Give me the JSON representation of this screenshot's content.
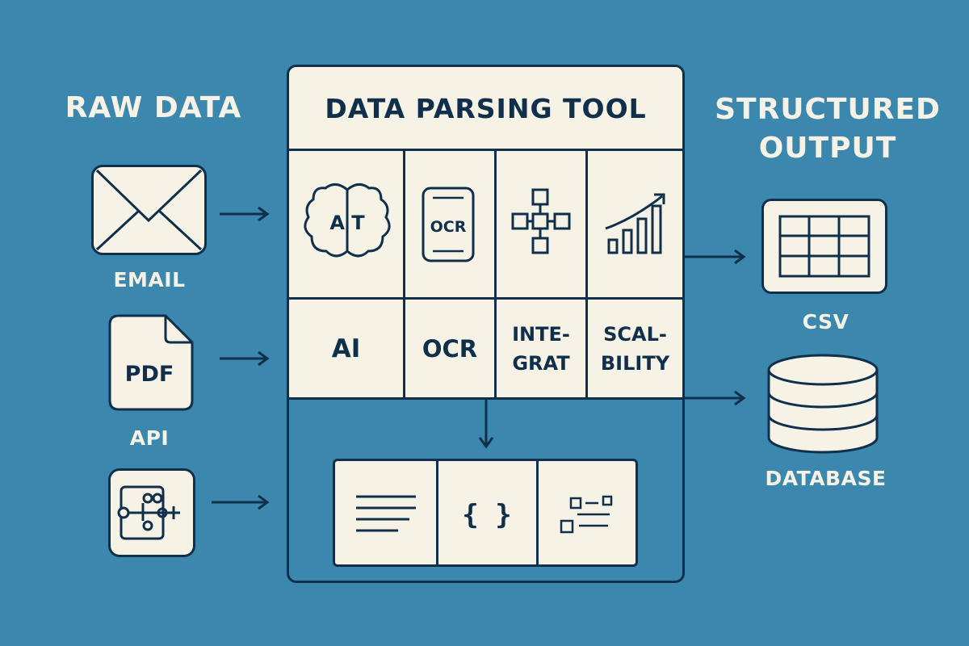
{
  "headings": {
    "raw_data": "RAW DATA",
    "tool_title": "DATA PARSING TOOL",
    "structured_output": "STRUCTURED\nOUTPUT"
  },
  "inputs": [
    {
      "label": "EMAIL",
      "icon": "envelope-icon"
    },
    {
      "label": "PDF",
      "icon": "pdf-document-icon"
    },
    {
      "label": "API",
      "icon": "workflow-icon"
    }
  ],
  "features": [
    {
      "icon": "ai-brain-icon",
      "icon_text": "A T",
      "label": "AI"
    },
    {
      "icon": "ocr-scan-icon",
      "icon_text": "OCR",
      "label": "OCR"
    },
    {
      "icon": "integration-flow-icon",
      "icon_text": "",
      "label": "INTE-\nGRAT"
    },
    {
      "icon": "growth-chart-icon",
      "icon_text": "",
      "label": "SCAL-\nBILITY"
    }
  ],
  "output_formats": [
    {
      "icon": "text-lines-icon"
    },
    {
      "icon": "curly-braces-icon",
      "glyph": "{ }"
    },
    {
      "icon": "key-value-icon"
    }
  ],
  "outputs": [
    {
      "label": "CSV",
      "icon": "table-grid-icon"
    },
    {
      "label": "DATABASE",
      "icon": "database-cylinder-icon"
    }
  ],
  "colors": {
    "background": "#3c87ad",
    "ink": "#0f2f4b",
    "card": "#f6f3e6"
  }
}
